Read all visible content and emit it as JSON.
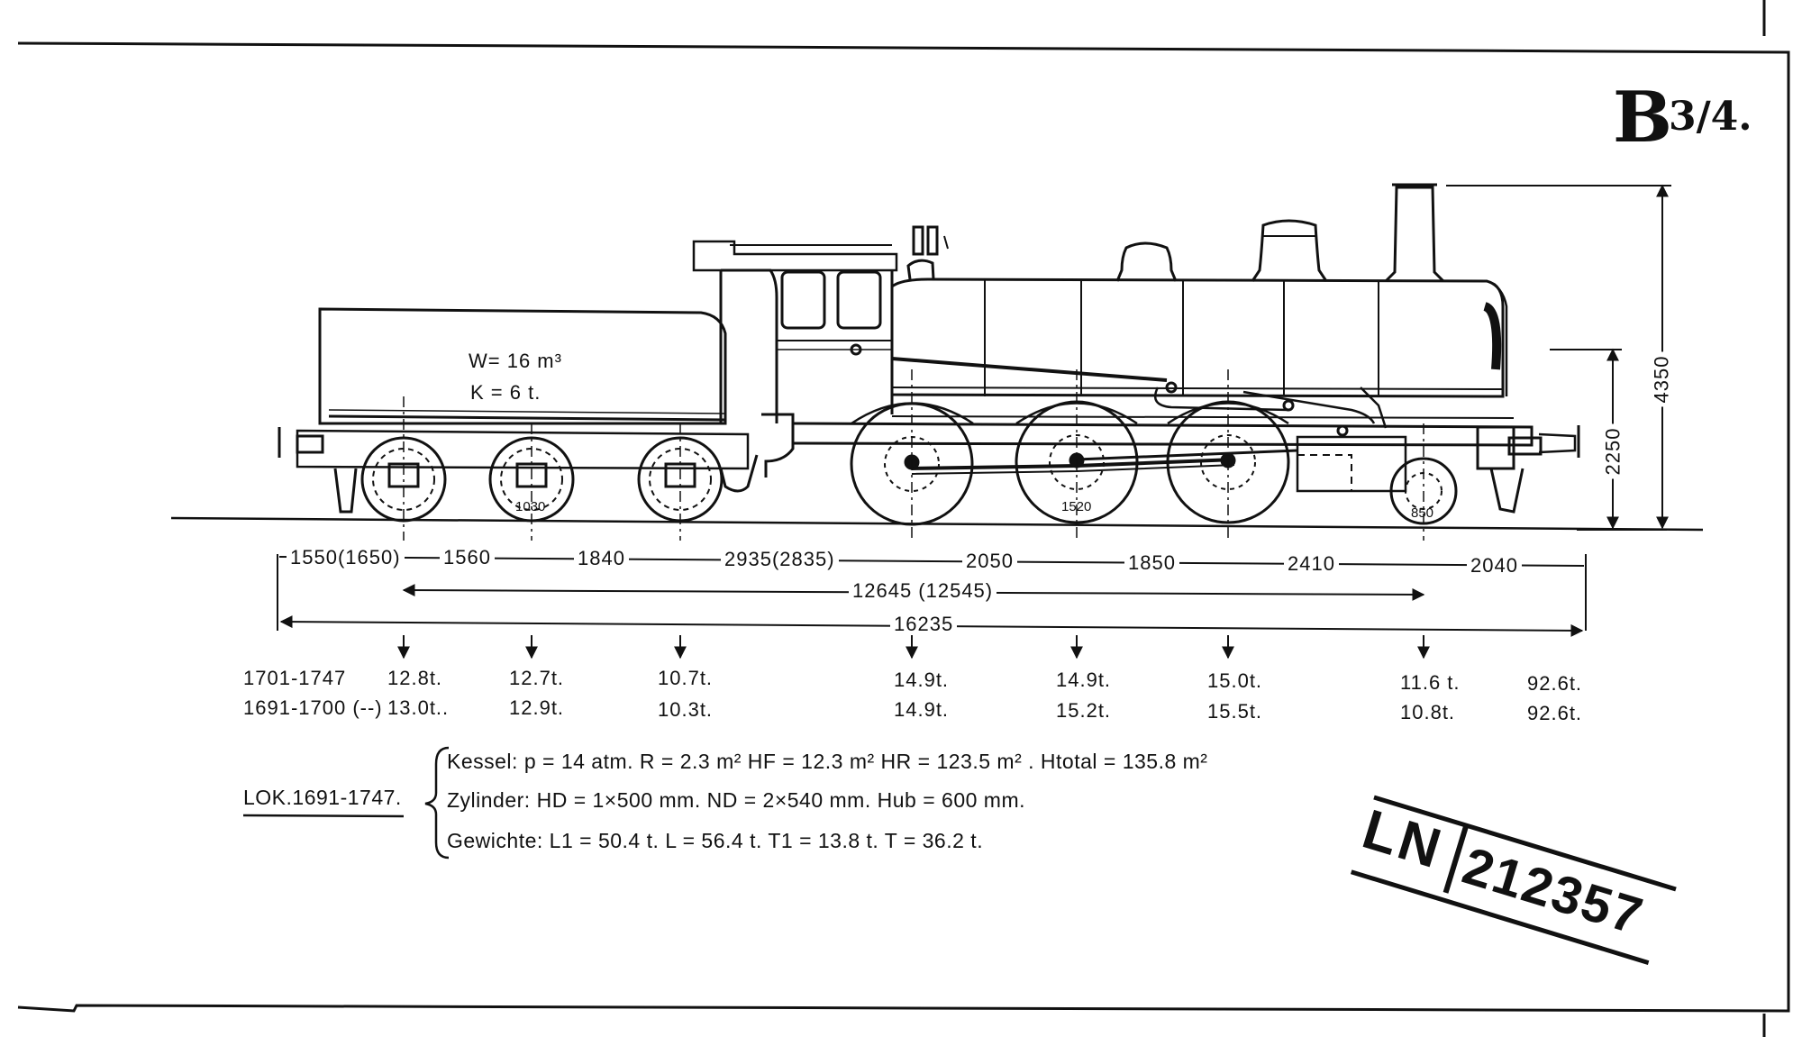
{
  "drawing": {
    "class_mark": "B",
    "class_fraction": "3/4.",
    "tender_water": "W= 16 m³",
    "tender_coal": "K = 6 t.",
    "wheel_diameters": [
      "1030",
      "1520",
      "850"
    ],
    "height_dims": [
      "2250",
      "4350"
    ],
    "spacing_dims": [
      "1550(1650)",
      "1560",
      "1840",
      "2935(2835)",
      "2050",
      "1850",
      "2410",
      "2040"
    ],
    "wheelbase_engine": "12645 (12545)",
    "total_length": "16235"
  },
  "weights": {
    "rows": [
      {
        "label": "1701-1747",
        "values": [
          "12.8t.",
          "12.7t.",
          "10.7t.",
          "14.9t.",
          "14.9t.",
          "15.0t.",
          "11.6 t.",
          "92.6t."
        ]
      },
      {
        "label": "1691-1700 (--)",
        "values": [
          "13.0t..",
          "12.9t.",
          "10.3t.",
          "14.9t.",
          "15.2t.",
          "15.5t.",
          "10.8t.",
          "92.6t."
        ]
      }
    ]
  },
  "specs": {
    "loco_label": "LOK.1691-1747.",
    "kessel": "Kessel: p = 14 atm. R = 2.3 m²  HF = 12.3 m²  HR = 123.5 m²  . Htotal = 135.8 m²",
    "zylinder": "Zylinder: HD = 1×500 mm.  ND = 2×540 mm.  Hub = 600 mm.",
    "gewichte": "Gewichte: L1 = 50.4 t.  L = 56.4 t.  T1 = 13.8 t.  T = 36.2 t."
  },
  "stamp": {
    "prefix": "LN",
    "number": "212357"
  }
}
